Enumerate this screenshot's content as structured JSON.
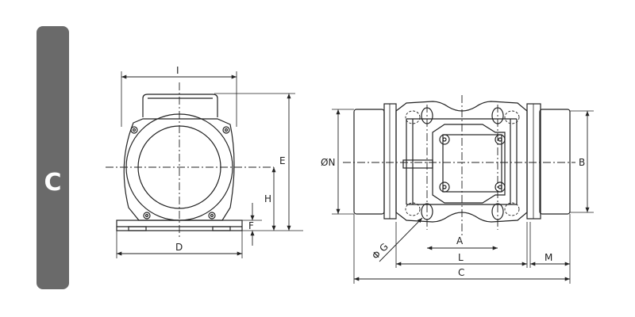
{
  "section_tab": {
    "letter": "C",
    "color": "#6a6a6a"
  },
  "line_color": "#222222",
  "labels": {
    "I": "I",
    "E": "E",
    "H": "H",
    "F": "F",
    "D": "D",
    "N": "ØN",
    "B": "B",
    "G": "Φ G",
    "A": "A",
    "L": "L",
    "M": "M",
    "C": "C"
  }
}
